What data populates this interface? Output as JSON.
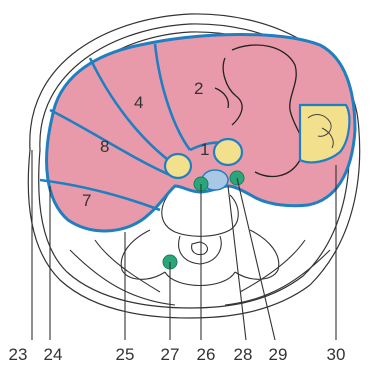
{
  "figure": {
    "segment_labels": {
      "s1": "1",
      "s2": "2",
      "s4": "4",
      "s7": "7",
      "s8": "8"
    },
    "callouts": [
      "23",
      "24",
      "25",
      "27",
      "26",
      "28",
      "29",
      "30"
    ]
  },
  "colors": {
    "liver": "#e89aaa",
    "outline": "#1f7fc0",
    "yellow": "#f2e08c",
    "node": "#2aa67a",
    "vessel_blue": "#a8c8e6",
    "line": "#333333"
  }
}
